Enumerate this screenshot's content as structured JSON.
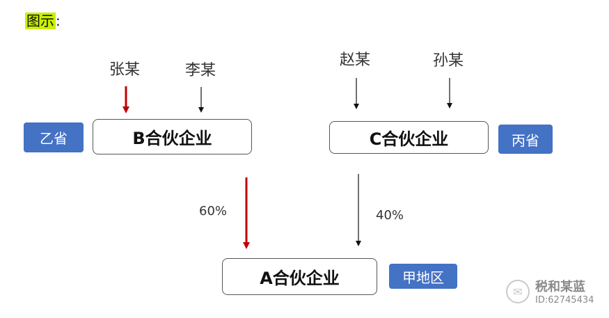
{
  "caption": {
    "highlighted": "图示",
    "suffix": ":"
  },
  "persons": {
    "zhang": "张某",
    "li": "李某",
    "zhao": "赵某",
    "sun": "孙某"
  },
  "entities": {
    "b": "B合伙企业",
    "c": "C合伙企业",
    "a": "A合伙企业"
  },
  "regions": {
    "yi": "乙省",
    "bing": "丙省",
    "jia": "甲地区"
  },
  "shares": {
    "b_to_a": "60%",
    "c_to_a": "40%"
  },
  "watermark": {
    "name": "税和某蓝",
    "id": "ID:62745434"
  },
  "colors": {
    "highlight_arrow": "#c00000",
    "normal_arrow": "#111111",
    "region_fill": "#4472c4",
    "caption_highlight": "#c8f000"
  }
}
